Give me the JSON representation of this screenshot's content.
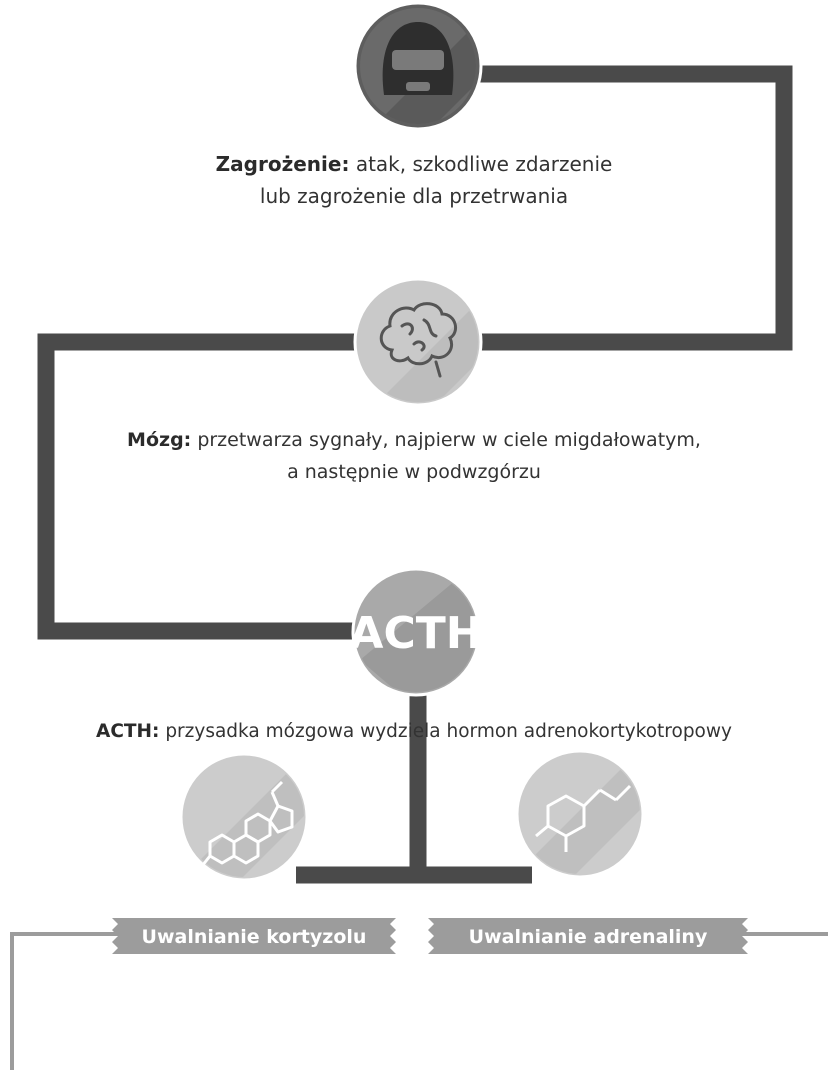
{
  "steps": {
    "threat": {
      "title": "Zagrożenie:",
      "line1": "atak, szkodliwe zdarzenie",
      "line2": "lub zagrożenie dla przetrwania",
      "icon": "masked-face-icon"
    },
    "brain": {
      "title": "Mózg:",
      "line1": "przetwarza sygnały, najpierw w ciele migdałowatym,",
      "line2": "a następnie w podwzgórzu",
      "icon": "brain-icon"
    },
    "acth": {
      "badge": "ACTH",
      "title": "ACTH:",
      "line1": "przysadka mózgowa wydziela hormon adrenokortykotropowy"
    }
  },
  "outputs": {
    "cortisol": {
      "label": "Uwalnianie kortyzolu",
      "icon": "steroid-molecule-icon"
    },
    "adrenaline": {
      "label": "Uwalnianie adrenaliny",
      "icon": "hexagon-molecule-icon"
    }
  },
  "colors": {
    "connector": "#4a4a4a",
    "threat_circle": "#6a6a6a",
    "brain_circle": "#c9c9c9",
    "acth_circle": "#a9a9a9",
    "molecule_circle": "#cccccc",
    "ribbon": "#9c9c9c"
  }
}
